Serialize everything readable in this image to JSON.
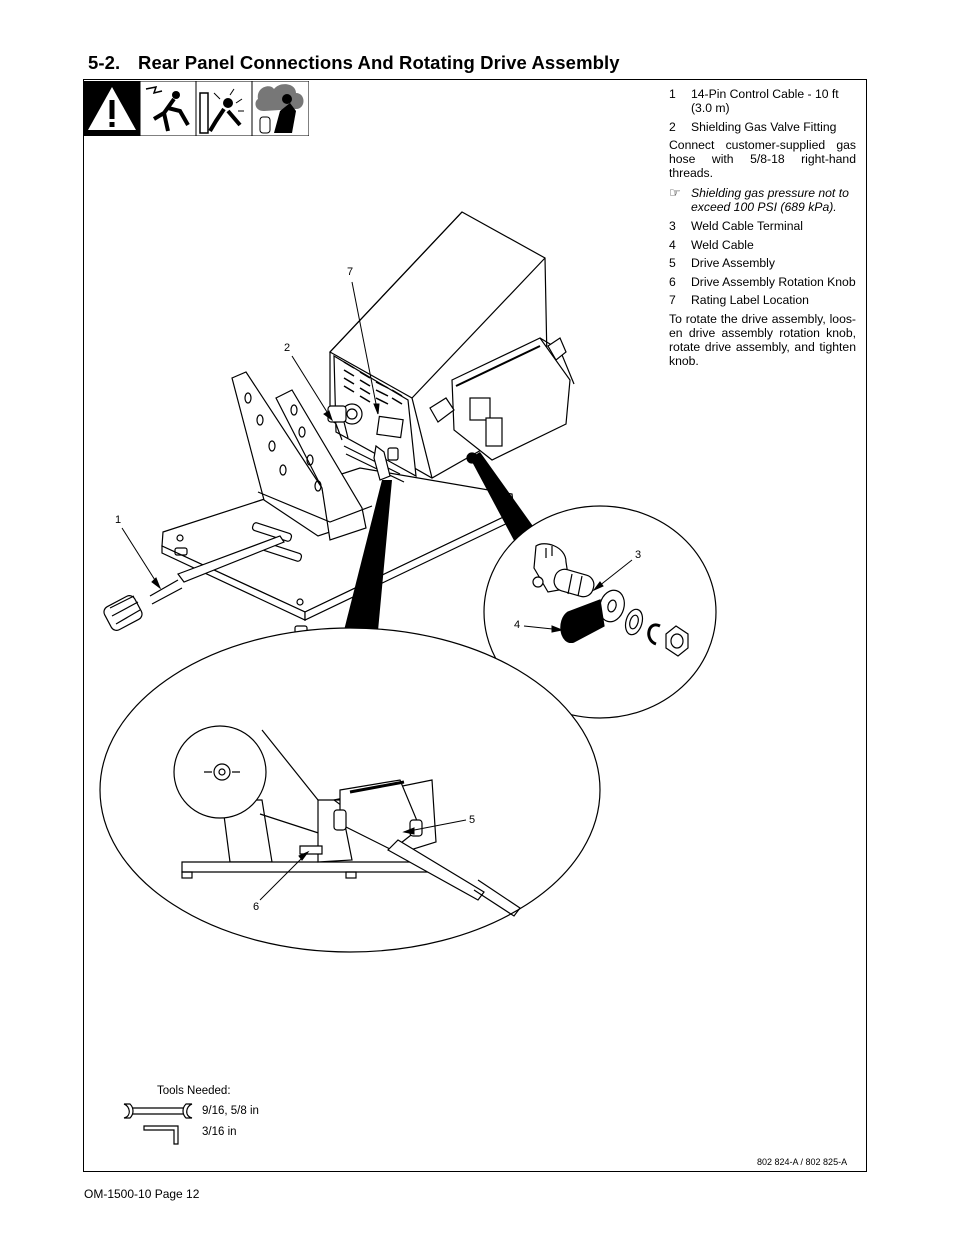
{
  "section": {
    "number": "5-2.",
    "title": "Rear Panel Connections And Rotating Drive Assembly"
  },
  "items": [
    {
      "num": "1",
      "text": "14-Pin Control Cable - 10 ft (3.0 m)"
    },
    {
      "num": "2",
      "text": "Shielding Gas Valve Fitting"
    }
  ],
  "gas_paragraph": "Connect customer-supplied gas hose with 5/8-18 right-hand threads.",
  "note": {
    "icon": "pointing-hand-icon",
    "text": "Shielding gas pressure not to exceed 100 PSI (689 kPa)."
  },
  "items2": [
    {
      "num": "3",
      "text": "Weld Cable Terminal"
    },
    {
      "num": "4",
      "text": "Weld Cable"
    },
    {
      "num": "5",
      "text": "Drive Assembly"
    },
    {
      "num": "6",
      "text": "Drive Assembly Rotation Knob"
    },
    {
      "num": "7",
      "text": "Rating Label Location"
    }
  ],
  "rotate_paragraph": "To rotate the drive assembly, loos-en drive assembly rotation knob, rotate drive assembly, and tighten knob.",
  "callouts": {
    "c1": "1",
    "c2": "2",
    "c3": "3",
    "c4": "4",
    "c5": "5",
    "c6": "6",
    "c7": "7"
  },
  "tools": {
    "title": "Tools Needed:",
    "wrench": "9/16, 5/8 in",
    "hex_key": "3/16 in"
  },
  "warning_icons": [
    "warning-triangle-icon",
    "electric-shock-icon",
    "arc-rays-icon",
    "fumes-gas-icon"
  ],
  "doc_ref": "802 824-A / 802 825-A",
  "footer": "OM-1500-10 Page 12"
}
